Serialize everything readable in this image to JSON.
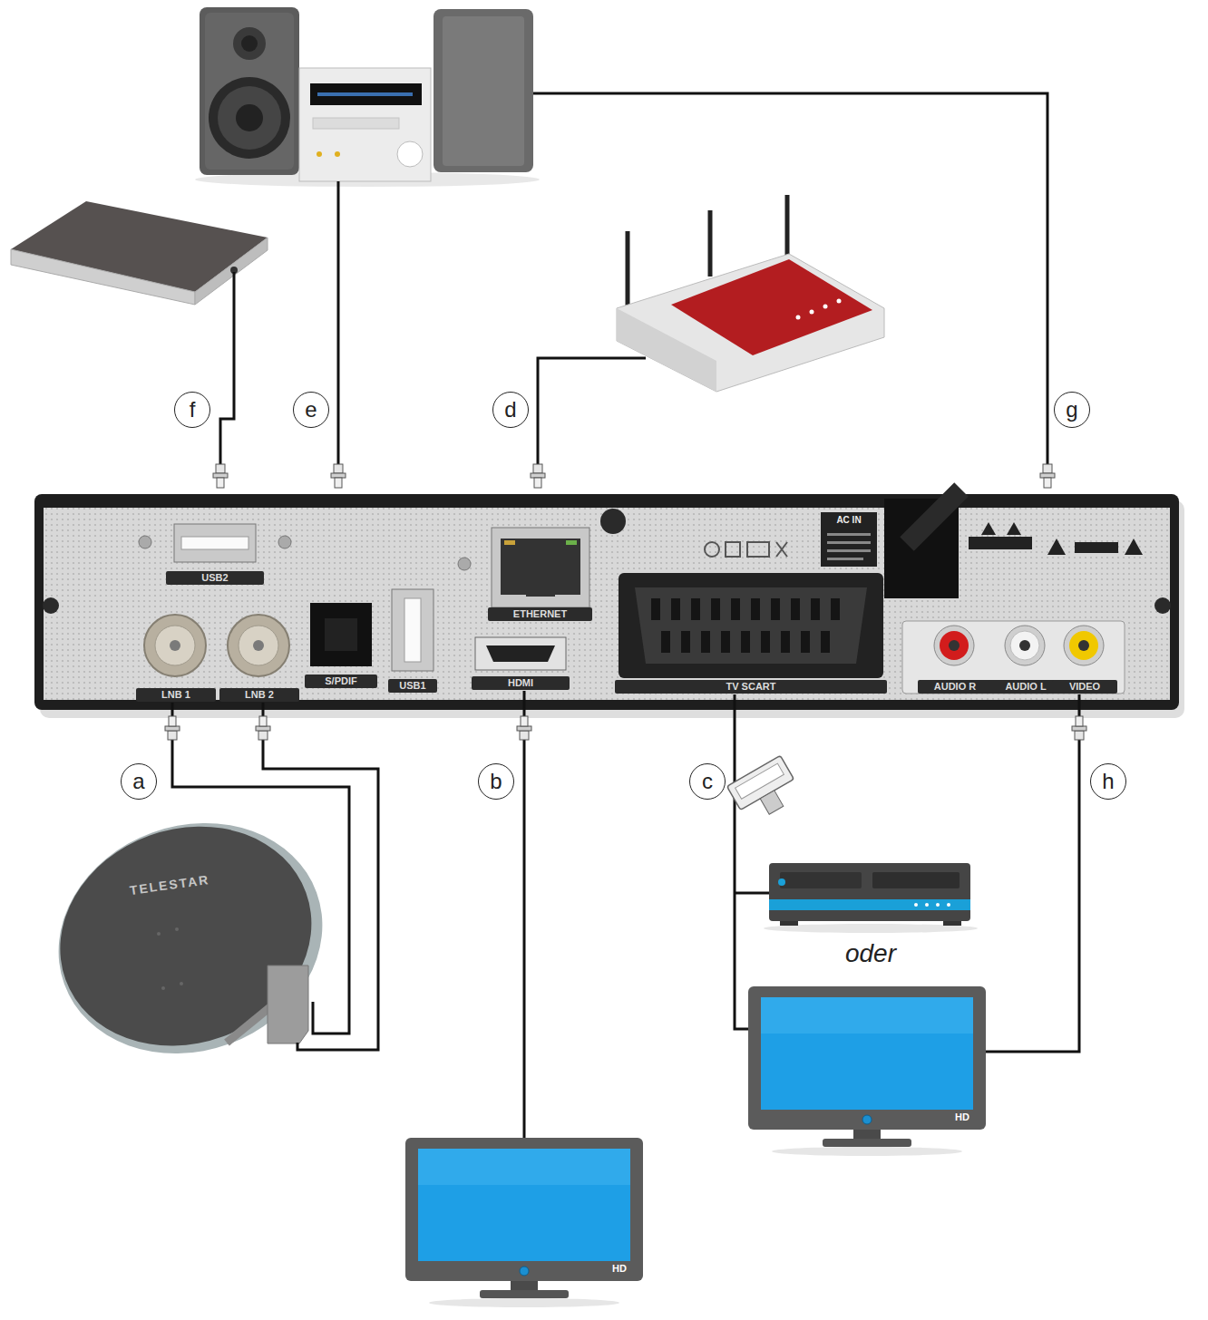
{
  "diagram": {
    "nodes": [
      {
        "text": [
          "USB2"
        ]
      },
      {
        "text": [
          "LNB 1"
        ]
      },
      {
        "text": [
          "LNB 2"
        ]
      },
      {
        "text": [
          "S/PDIF"
        ]
      },
      {
        "text": [
          "USB1"
        ]
      },
      {
        "text": [
          "ETHERNET"
        ]
      },
      {
        "text": [
          "HDMI"
        ]
      },
      {
        "text": [
          "TV SCART"
        ]
      },
      {
        "text": [
          "AUDIO R"
        ]
      },
      {
        "text": [
          "AUDIO L"
        ]
      },
      {
        "text": [
          "VIDEO"
        ]
      },
      {
        "text": [
          "TELESTAR"
        ]
      },
      {
        "text": [
          "HD"
        ]
      },
      {
        "text": [
          "HD"
        ]
      }
    ],
    "edges": [
      {
        "from": 1,
        "to": 11,
        "arrow": "none"
      },
      {
        "from": 2,
        "to": 11,
        "arrow": "none"
      },
      {
        "from": 6,
        "to": 12,
        "arrow": "none"
      },
      {
        "from": 7,
        "to": 13,
        "arrow": "none"
      },
      {
        "from": 10,
        "to": 13,
        "arrow": "none"
      }
    ],
    "labels": [
      "f",
      "e",
      "d",
      "g",
      "AC IN",
      "a",
      "b",
      "c",
      "h",
      "oder"
    ]
  }
}
